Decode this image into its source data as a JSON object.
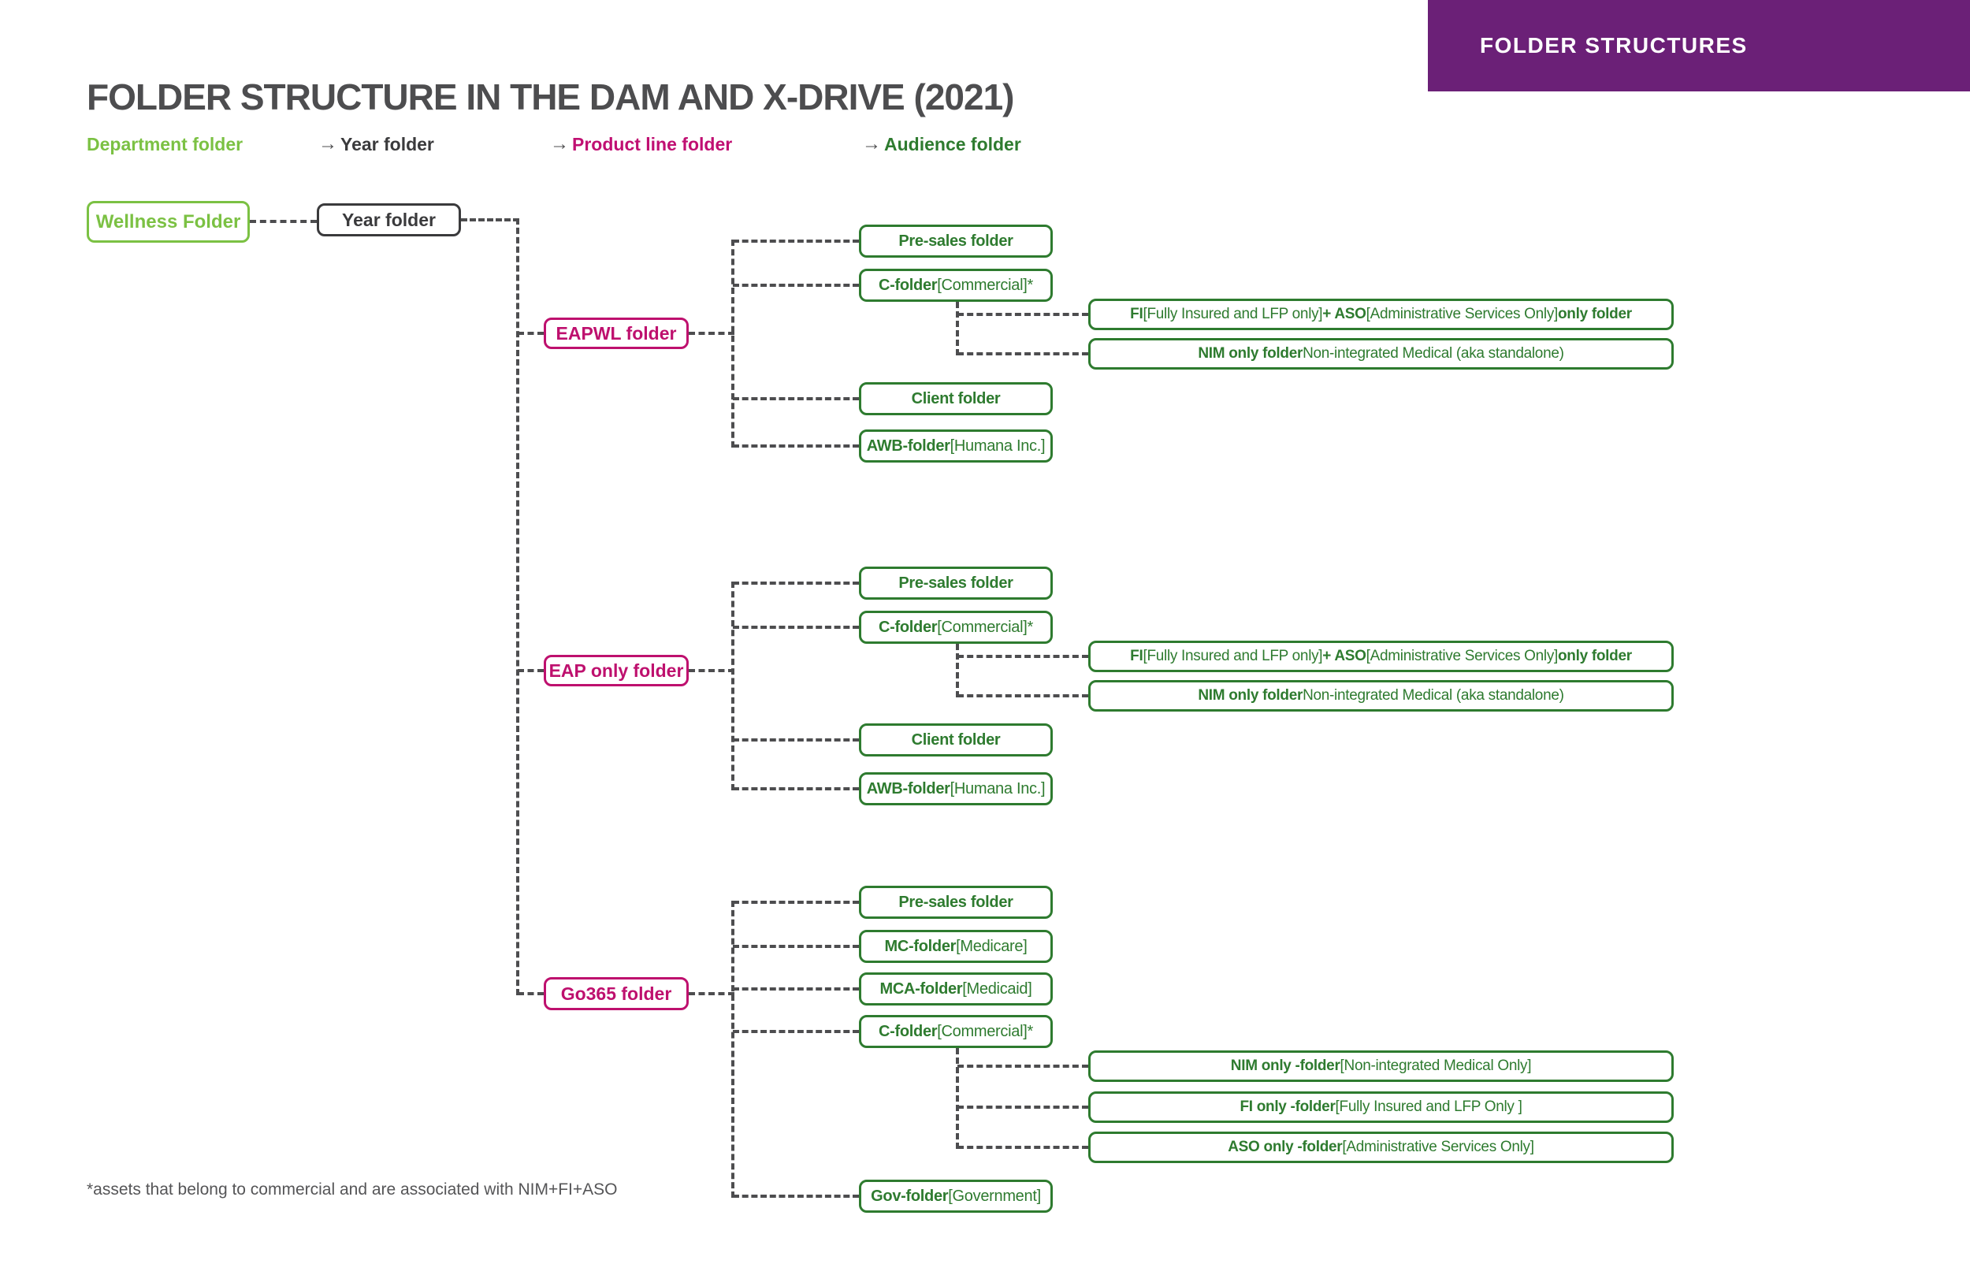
{
  "banner": {
    "title": "FOLDER STRUCTURES"
  },
  "title": "FOLDER STRUCTURE IN THE DAM AND X-DRIVE (2021)",
  "legend": {
    "arrow": "→",
    "items": [
      {
        "label": "Department folder",
        "color": "#7BC143"
      },
      {
        "label": "Year folder",
        "color": "#3A3A3C"
      },
      {
        "label": "Product line folder",
        "color": "#C00F72"
      },
      {
        "label": "Audience folder",
        "color": "#2E7B2F"
      }
    ]
  },
  "colors": {
    "purple": "#6B2077",
    "magenta": "#BE106E",
    "darkgreen": "#2E7B2F",
    "lightgreen": "#7BC143",
    "line": "#4D4D4F"
  },
  "nodes": {
    "wellness": {
      "label": "Wellness Folder"
    },
    "year": {
      "label": "Year folder"
    }
  },
  "sections": [
    {
      "parent": {
        "label": "EAPWL folder"
      },
      "children": [
        {
          "segments": [
            {
              "t": "Pre-sales folder",
              "b": true
            }
          ]
        },
        {
          "segments": [
            {
              "t": "C-folder",
              "b": true
            },
            {
              "t": " [Commercial]*",
              "b": false
            }
          ]
        },
        {
          "segments": [
            {
              "t": "FI",
              "b": true
            },
            {
              "t": " [Fully Insured and LFP only]  ",
              "b": false
            },
            {
              "t": "+  ASO",
              "b": true
            },
            {
              "t": "  [Administrative Services Only] ",
              "b": false
            },
            {
              "t": "only folder",
              "b": true
            }
          ]
        },
        {
          "segments": [
            {
              "t": "NIM only folder",
              "b": true
            },
            {
              "t": " Non-integrated Medical (aka standalone)",
              "b": false
            }
          ]
        },
        {
          "segments": [
            {
              "t": "Client folder",
              "b": true
            }
          ]
        },
        {
          "segments": [
            {
              "t": "AWB-folder",
              "b": true
            },
            {
              "t": " [Humana Inc.]",
              "b": false
            }
          ]
        }
      ]
    },
    {
      "parent": {
        "label": "EAP only folder"
      },
      "children": [
        {
          "segments": [
            {
              "t": "Pre-sales folder",
              "b": true
            }
          ]
        },
        {
          "segments": [
            {
              "t": "C-folder",
              "b": true
            },
            {
              "t": " [Commercial]*",
              "b": false
            }
          ]
        },
        {
          "segments": [
            {
              "t": "FI",
              "b": true
            },
            {
              "t": " [Fully Insured and LFP only]  ",
              "b": false
            },
            {
              "t": "+  ASO",
              "b": true
            },
            {
              "t": "  [Administrative Services Only] ",
              "b": false
            },
            {
              "t": "only folder",
              "b": true
            }
          ]
        },
        {
          "segments": [
            {
              "t": "NIM only folder",
              "b": true
            },
            {
              "t": " Non-integrated Medical (aka standalone)",
              "b": false
            }
          ]
        },
        {
          "segments": [
            {
              "t": "Client folder",
              "b": true
            }
          ]
        },
        {
          "segments": [
            {
              "t": "AWB-folder",
              "b": true
            },
            {
              "t": " [Humana Inc.]",
              "b": false
            }
          ]
        }
      ]
    },
    {
      "parent": {
        "label": "Go365 folder"
      },
      "children": [
        {
          "segments": [
            {
              "t": "Pre-sales folder",
              "b": true
            }
          ]
        },
        {
          "segments": [
            {
              "t": "MC-folder",
              "b": true
            },
            {
              "t": " [Medicare]",
              "b": false
            }
          ]
        },
        {
          "segments": [
            {
              "t": "MCA-folder",
              "b": true
            },
            {
              "t": " [Medicaid]",
              "b": false
            }
          ]
        },
        {
          "segments": [
            {
              "t": "C-folder",
              "b": true
            },
            {
              "t": " [Commercial]*",
              "b": false
            }
          ]
        },
        {
          "segments": [
            {
              "t": "NIM only -folder",
              "b": true
            },
            {
              "t": " [Non-integrated Medical Only]",
              "b": false
            }
          ]
        },
        {
          "segments": [
            {
              "t": "FI only -folder",
              "b": true
            },
            {
              "t": " [Fully Insured and LFP Only ]",
              "b": false
            }
          ]
        },
        {
          "segments": [
            {
              "t": "ASO only -folder",
              "b": true
            },
            {
              "t": " [Administrative Services Only]",
              "b": false
            }
          ]
        },
        {
          "segments": [
            {
              "t": "Gov-folder",
              "b": true
            },
            {
              "t": " [Government]",
              "b": false
            }
          ]
        }
      ]
    }
  ],
  "footnote": "*assets that belong to commercial and are associated with NIM+FI+ASO"
}
